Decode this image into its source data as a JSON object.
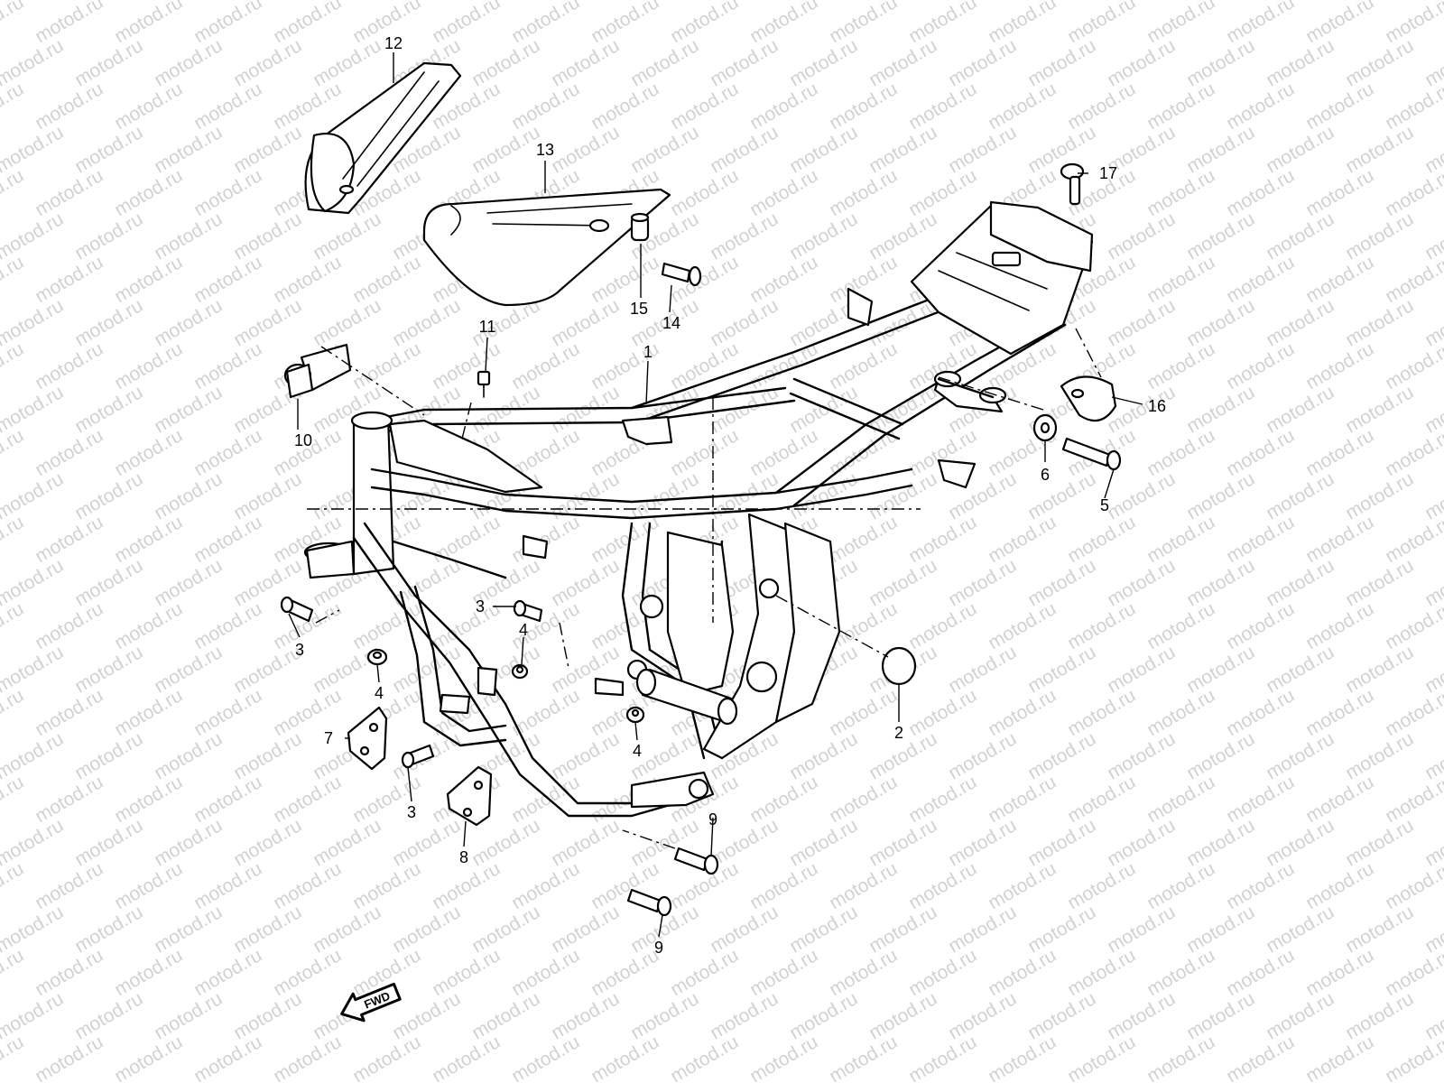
{
  "watermark": {
    "text": "motod.ru"
  },
  "callouts": {
    "c1": "1",
    "c2": "2",
    "c3a": "3",
    "c3b": "3",
    "c3c": "3",
    "c4a": "4",
    "c4b": "4",
    "c4c": "4",
    "c5": "5",
    "c6": "6",
    "c7": "7",
    "c8": "8",
    "c9a": "9",
    "c9b": "9",
    "c10": "10",
    "c11": "11",
    "c12": "12",
    "c13": "13",
    "c14": "14",
    "c15": "15",
    "c16": "16",
    "c17": "17"
  },
  "direction_arrow": {
    "label": "FWD"
  }
}
